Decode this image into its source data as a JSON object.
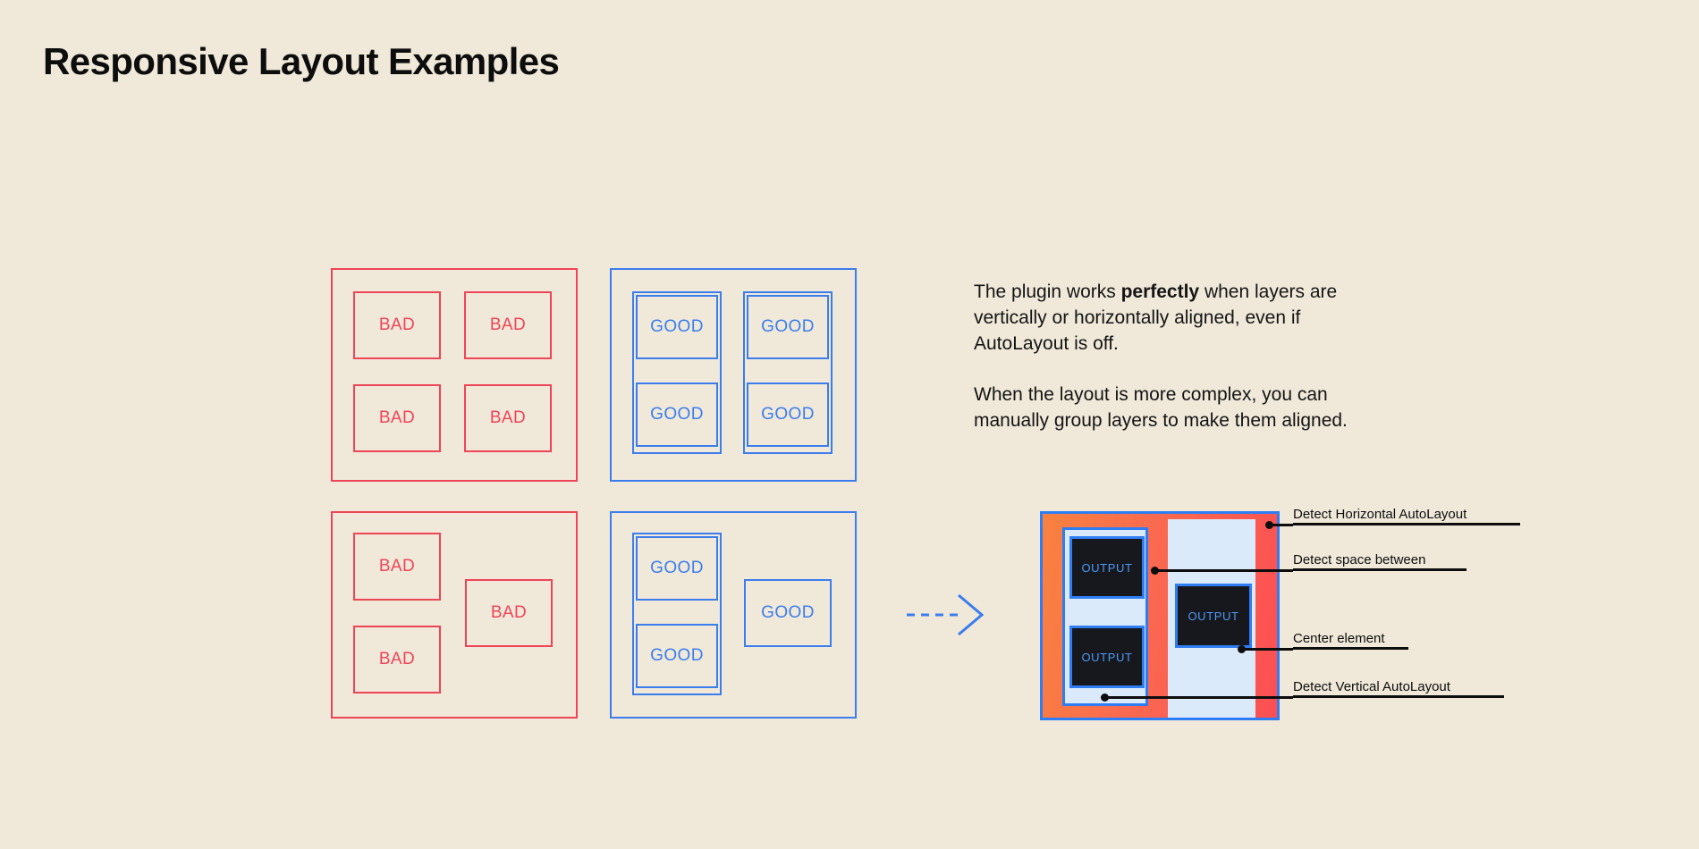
{
  "page": {
    "title": "Responsive Layout Examples",
    "background_color": "#f0e9da",
    "bad_color": "#ef4457",
    "good_color": "#3b7ded",
    "text_color": "#141414"
  },
  "examples": {
    "bad_grid": {
      "name": "bad-grid-example",
      "cells": [
        {
          "label": "BAD"
        },
        {
          "label": "BAD"
        },
        {
          "label": "BAD"
        },
        {
          "label": "BAD"
        }
      ]
    },
    "good_grid": {
      "name": "good-grid-example",
      "groups": [
        {
          "cells": [
            {
              "label": "GOOD"
            },
            {
              "label": "GOOD"
            }
          ]
        },
        {
          "cells": [
            {
              "label": "GOOD"
            },
            {
              "label": "GOOD"
            }
          ]
        }
      ]
    },
    "bad_complex": {
      "name": "bad-complex-example",
      "cells": [
        {
          "label": "BAD"
        },
        {
          "label": "BAD"
        },
        {
          "label": "BAD"
        }
      ]
    },
    "good_complex": {
      "name": "good-complex-example",
      "grouped_cells": [
        {
          "label": "GOOD"
        },
        {
          "label": "GOOD"
        }
      ],
      "ungrouped_cells": [
        {
          "label": "GOOD"
        }
      ]
    }
  },
  "copy": {
    "paragraph1_part1": "The plugin works ",
    "paragraph1_bold": "perfectly",
    "paragraph1_part2": " when layers are vertically or horizontally aligned, even if AutoLayout is off.",
    "paragraph2": "When the layout is more complex, you can manually group layers to make them aligned."
  },
  "arrow": {
    "name": "transform-arrow",
    "style": "dashed",
    "color": "#3b7ded"
  },
  "diagram": {
    "name": "autolayout-detection-diagram",
    "outer_border_color": "#2f7df4",
    "fill_color": "#fa6a50",
    "panel_color": "#daeafb",
    "output_boxes": [
      {
        "label": "OUTPUT"
      },
      {
        "label": "OUTPUT"
      },
      {
        "label": "OUTPUT"
      }
    ],
    "callouts": [
      {
        "label": "Detect Horizontal AutoLayout"
      },
      {
        "label": "Detect space between"
      },
      {
        "label": "Center element"
      },
      {
        "label": "Detect Vertical AutoLayout"
      }
    ]
  }
}
